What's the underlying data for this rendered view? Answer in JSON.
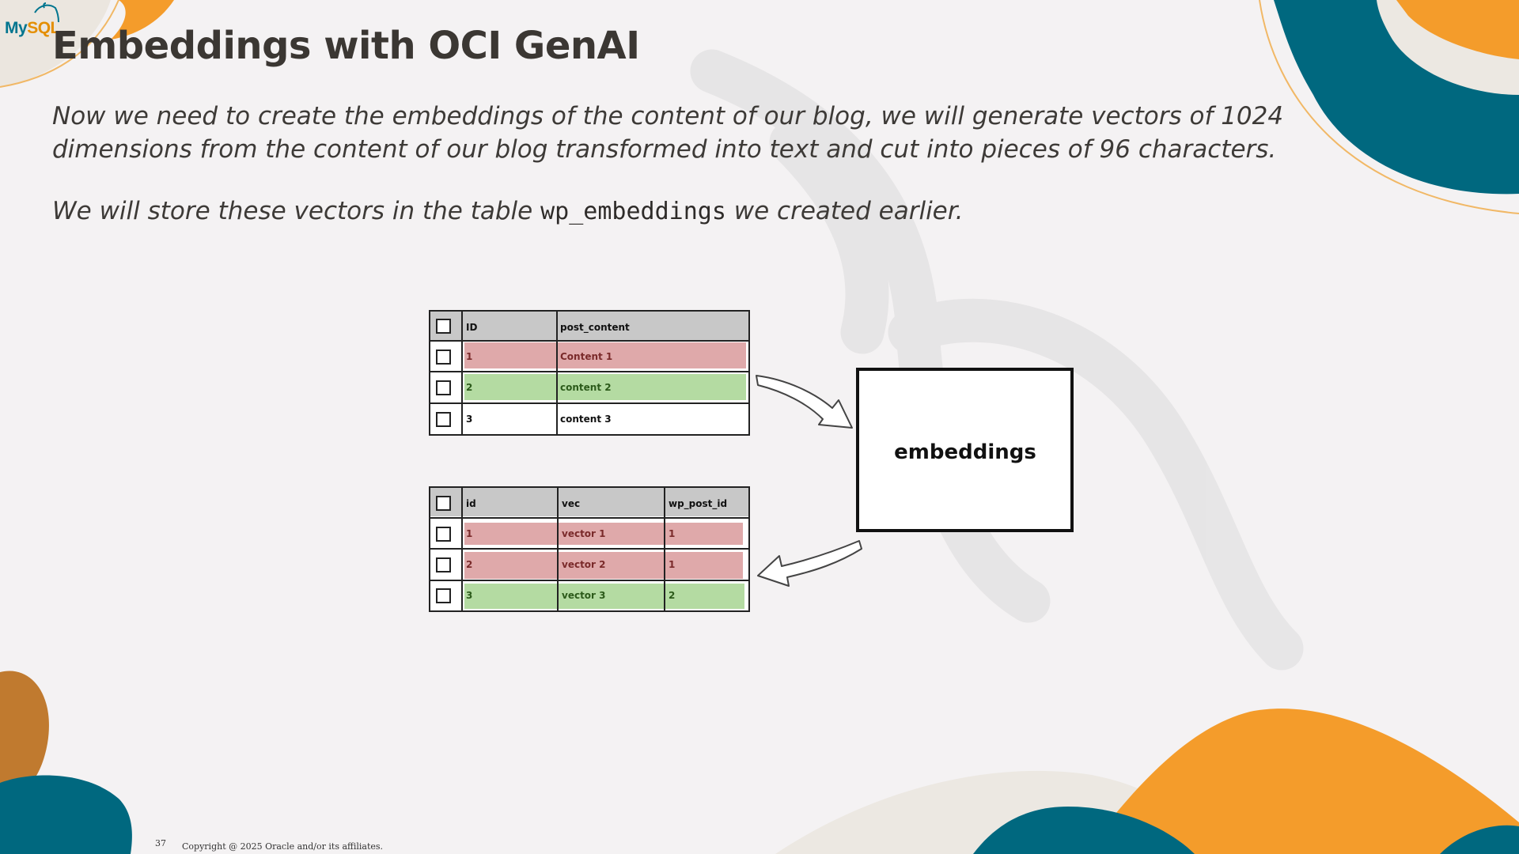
{
  "logo": {
    "my": "My",
    "sql": "SQL"
  },
  "title": "Embeddings with OCI GenAI",
  "paragraph1": "Now we need to create the embeddings of the content of our blog, we will generate vectors of 1024 dimensions from the content of our blog transformed into text and cut into pieces of 96 characters.",
  "paragraph2": {
    "before": "We will store these vectors in the table ",
    "code": "wp_embeddings",
    "after": " we created earlier."
  },
  "posts_table": {
    "headers": [
      "ID",
      "post_content"
    ],
    "rows": [
      {
        "id": "1",
        "content": "Content 1",
        "color": "#dfa9aa"
      },
      {
        "id": "2",
        "content": "content 2",
        "color": "#b4dba2"
      },
      {
        "id": "3",
        "content": "content 3",
        "color": "#ffffff"
      }
    ]
  },
  "embeddings_box": {
    "label": "embeddings"
  },
  "embeddings_table": {
    "headers": [
      "id",
      "vec",
      "wp_post_id"
    ],
    "rows": [
      {
        "id": "1",
        "vec": "vector 1",
        "post_id": "1",
        "color": "#dfa9aa"
      },
      {
        "id": "2",
        "vec": "vector 2",
        "post_id": "1",
        "color": "#dfa9aa"
      },
      {
        "id": "3",
        "vec": "vector 3",
        "post_id": "2",
        "color": "#b4dba2"
      }
    ]
  },
  "colors": {
    "teal": "#00687f",
    "orange": "#f49c2b",
    "dark_orange": "#c07a2f",
    "title": "#3b3733"
  },
  "footer": {
    "page_number": "37",
    "copyright": "Copyright @ 2025 Oracle and/or its affiliates."
  }
}
